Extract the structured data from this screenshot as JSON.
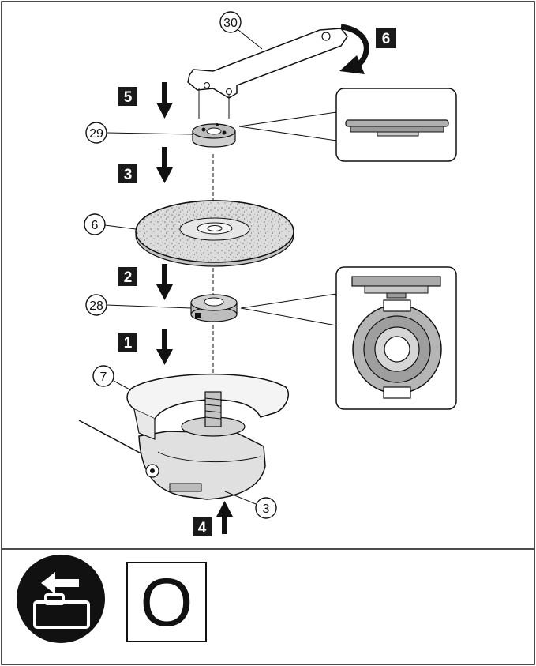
{
  "diagram": {
    "part_callouts": [
      {
        "id": "wrench",
        "label": "30"
      },
      {
        "id": "lock-nut",
        "label": "29"
      },
      {
        "id": "wheel",
        "label": "6"
      },
      {
        "id": "inner-flange",
        "label": "28"
      },
      {
        "id": "guard",
        "label": "7"
      },
      {
        "id": "shaft-lock",
        "label": "3"
      }
    ],
    "steps": [
      {
        "id": "step-1",
        "label": "1",
        "direction": "down"
      },
      {
        "id": "step-2",
        "label": "2",
        "direction": "down"
      },
      {
        "id": "step-3",
        "label": "3",
        "direction": "down"
      },
      {
        "id": "step-4",
        "label": "4",
        "direction": "up"
      },
      {
        "id": "step-5",
        "label": "5",
        "direction": "down"
      },
      {
        "id": "step-6",
        "label": "6",
        "direction": "clockwise"
      }
    ]
  },
  "footer": {
    "battery_icon": "remove-battery-icon",
    "mode_symbol": "O"
  },
  "colors": {
    "line": "#111111",
    "step_box": "#1a1a1a",
    "wheel_fill": "#d9d9d9",
    "flange_grey": "#b5b5b5"
  }
}
